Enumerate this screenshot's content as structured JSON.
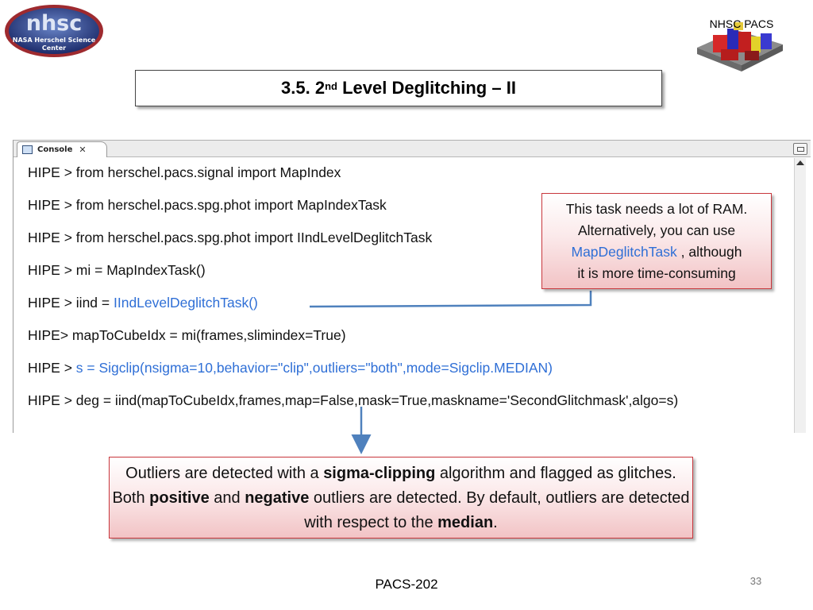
{
  "logos": {
    "nhsc_main": "nhsc",
    "nhsc_sub1": "NASA Herschel Science",
    "nhsc_sub2": "Center",
    "pacs_label": "NHSC PACS"
  },
  "slide": {
    "title_prefix": "3.5. 2",
    "title_sup": "nd",
    "title_suffix": " Level Deglitching – II",
    "footer": "PACS-202",
    "page_number": "33"
  },
  "console": {
    "tab_label": "Console",
    "tab_close": "✕",
    "lines": [
      {
        "prefix": "HIPE > from herschel.pacs.signal import MapIndex",
        "highlight": ""
      },
      {
        "prefix": "HIPE > from herschel.pacs.spg.phot import MapIndexTask",
        "highlight": ""
      },
      {
        "prefix": "HIPE > from herschel.pacs.spg.phot import IIndLevelDeglitchTask",
        "highlight": ""
      },
      {
        "prefix": "HIPE > mi = MapIndexTask()",
        "highlight": ""
      },
      {
        "prefix": "HIPE > iind = ",
        "highlight": "IIndLevelDeglitchTask()"
      },
      {
        "prefix": "HIPE> mapToCubeIdx = mi(frames,slimindex=True)",
        "highlight": ""
      },
      {
        "prefix": "HIPE > ",
        "highlight": "s = Sigclip(nsigma=10,behavior=\"clip\",outliers=\"both\",mode=Sigclip.MEDIAN)"
      },
      {
        "prefix": "HIPE > deg = iind(mapToCubeIdx,frames,map=False,mask=True,maskname='SecondGlitchmask',algo=s)",
        "highlight": ""
      }
    ]
  },
  "callout_ram": {
    "line1": "This task needs a lot of RAM.",
    "line2": "Alternatively, you can use",
    "link": "MapDeglitchTask",
    "line3_rest": " , although",
    "line4": "it is more time-consuming"
  },
  "callout_sigma": {
    "t1": "Outliers are detected with a ",
    "b1": "sigma-clipping",
    "t2": " algorithm and flagged as glitches. Both ",
    "b2": "positive",
    "t3": " and ",
    "b3": "negative",
    "t4": " outliers are detected. By default, outliers are detected with respect to the ",
    "b4": "median",
    "t5": "."
  },
  "colors": {
    "accent_blue": "#2f6fd6",
    "arrow_blue": "#4f81bd",
    "callout_border": "#c8363c"
  }
}
